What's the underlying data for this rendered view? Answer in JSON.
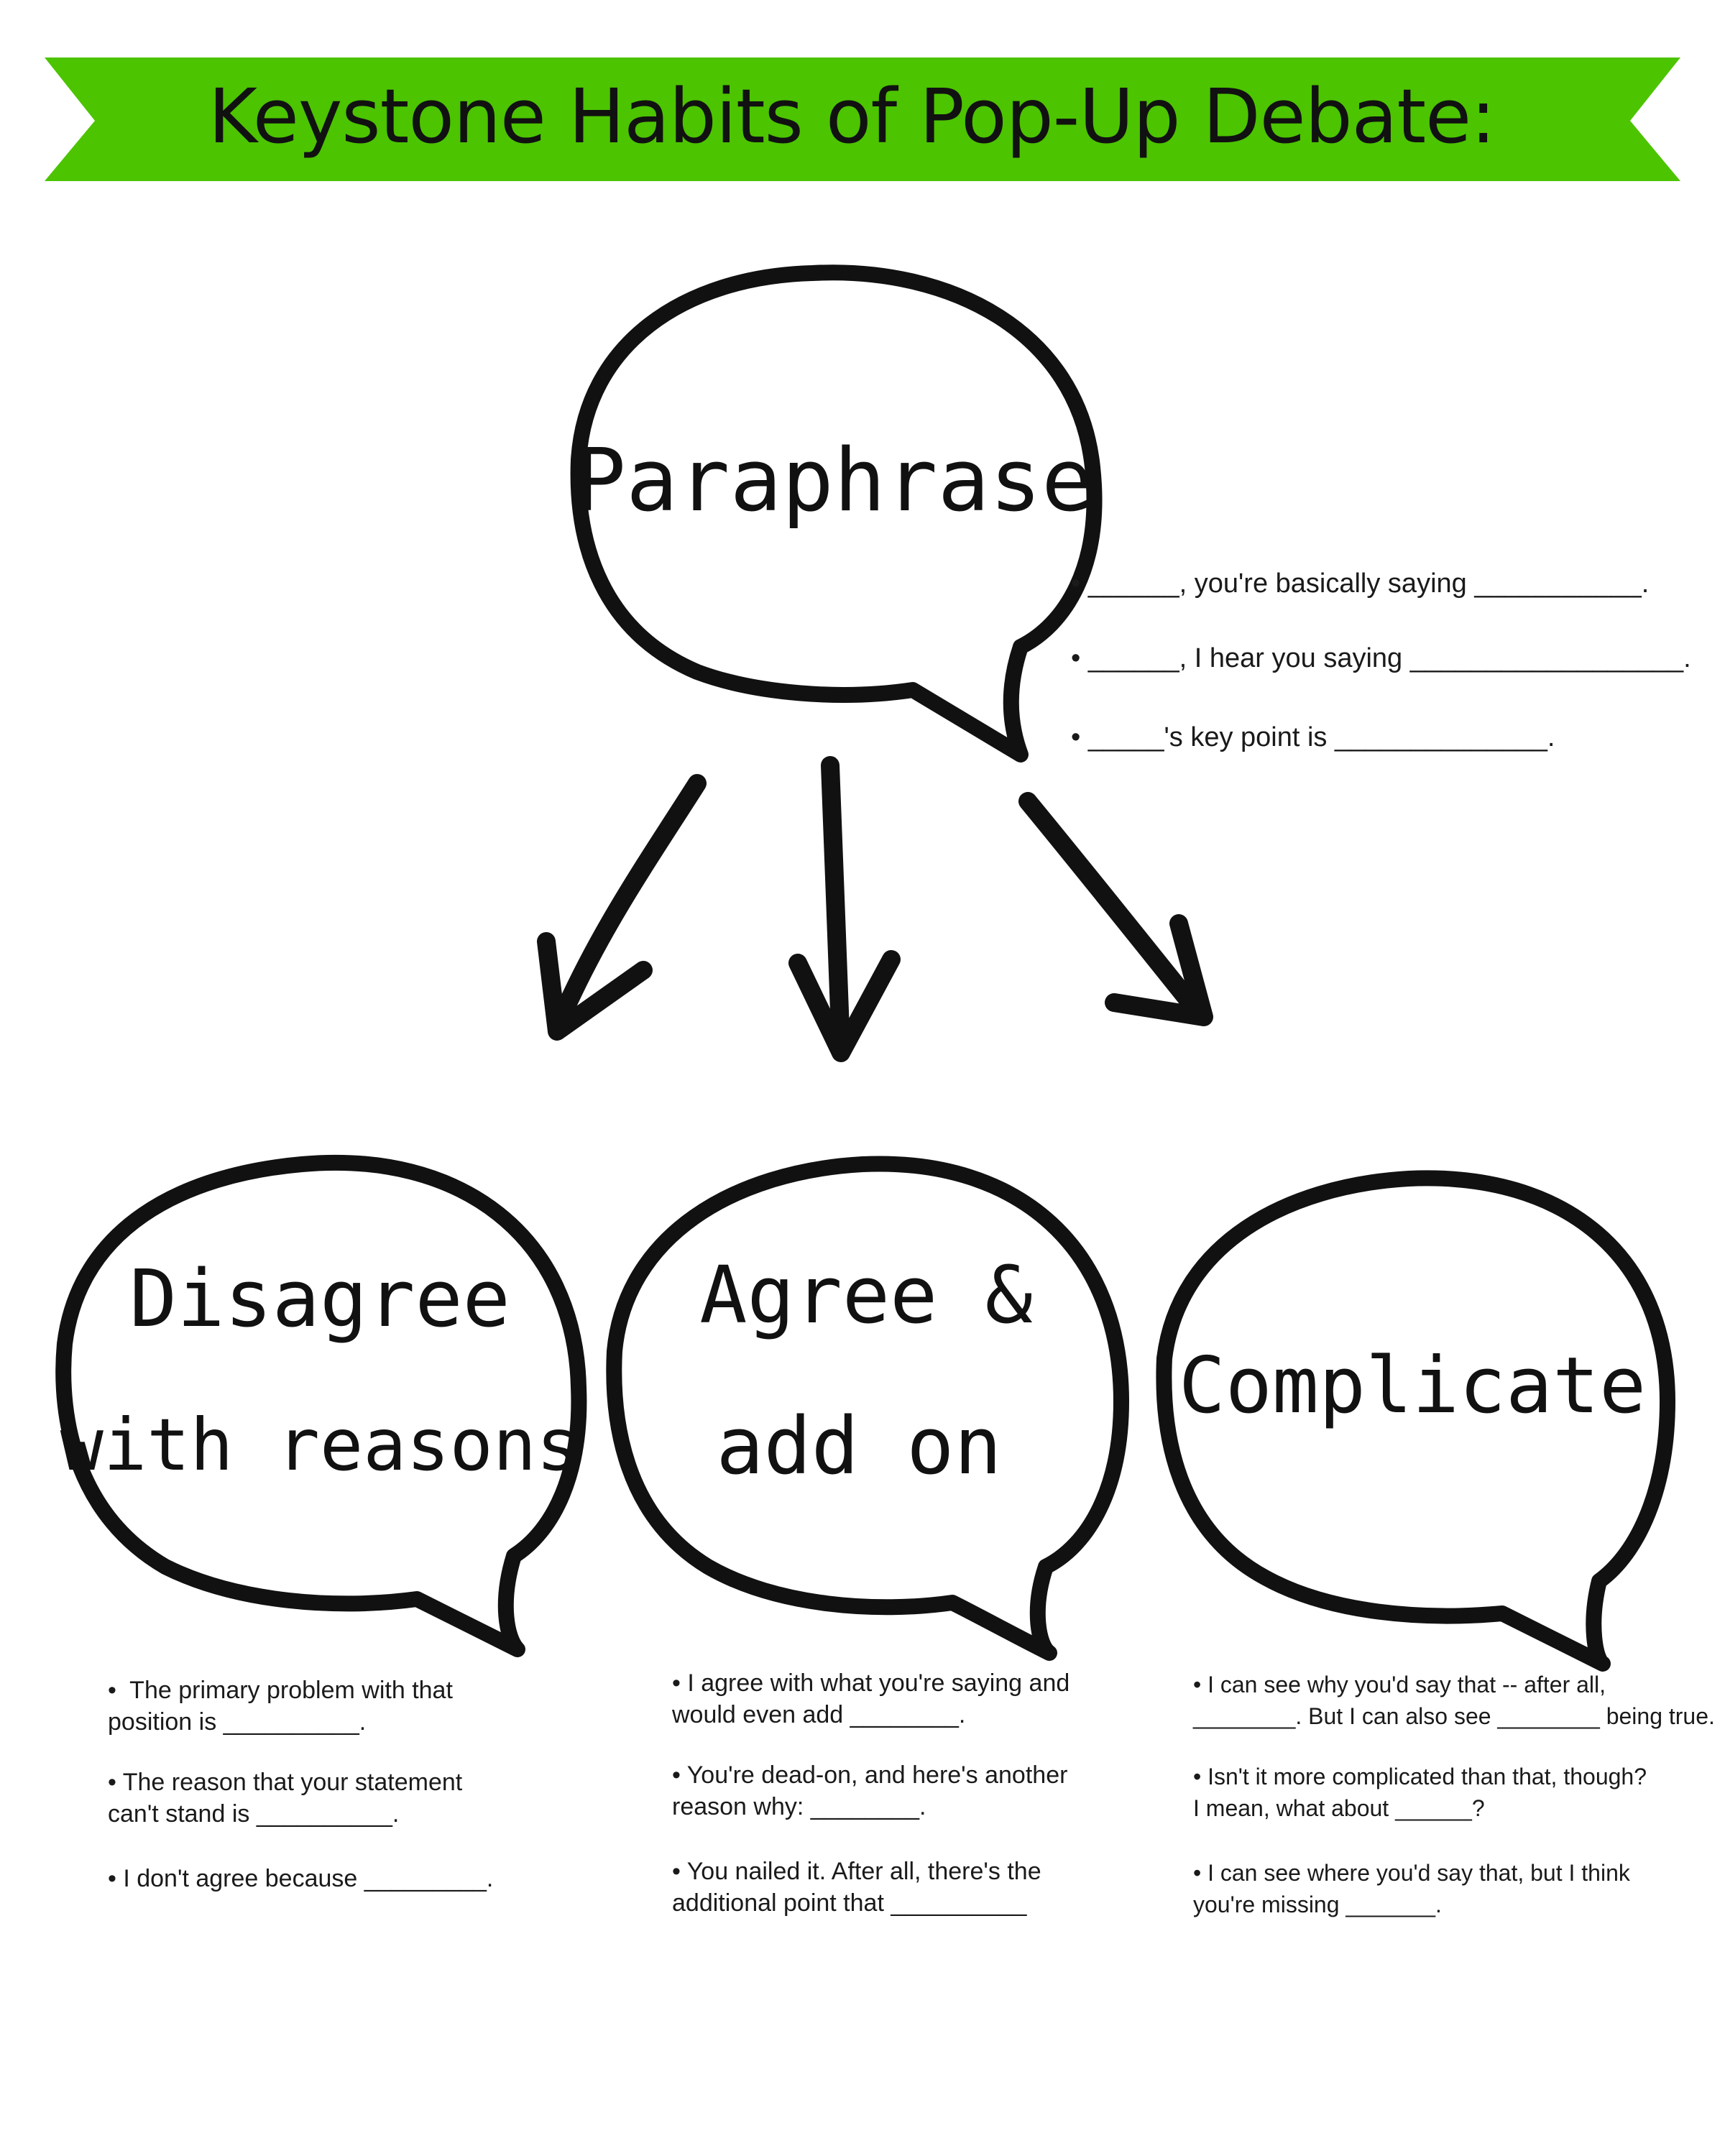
{
  "banner": {
    "title": "Keystone Habits of Pop-Up Debate:",
    "color": "#4cc400"
  },
  "bubbles": {
    "paraphrase": {
      "lines": [
        "Paraphrase"
      ],
      "phrases": [
        "• ______, you're basically saying ___________.",
        "• ______, I hear you saying __________________.",
        "• _____'s key point is ______________."
      ]
    },
    "disagree": {
      "lines": [
        "Disagree",
        "with reasons"
      ],
      "phrases": [
        "•  The primary problem with that\nposition is __________.",
        "• The reason that your statement\ncan't stand is __________.",
        "• I don't agree because _________."
      ]
    },
    "agree": {
      "lines": [
        "Agree &",
        "add on"
      ],
      "phrases": [
        "• I agree with what you're saying and\nwould even add ________.",
        "• You're dead-on, and here's another\nreason why: ________.",
        "• You nailed it. After all, there's the\nadditional point that __________"
      ]
    },
    "complicate": {
      "lines": [
        "Complicate"
      ],
      "phrases": [
        "• I can see why you'd say that -- after all,\n________. But I can also see ________ being true.",
        "• Isn't it more complicated than that, though?\nI mean, what about ______?",
        "• I can see where you'd say that, but I think\nyou're missing _______."
      ]
    }
  },
  "arrows": {
    "count": 3,
    "icon": "arrow-down-icon"
  }
}
